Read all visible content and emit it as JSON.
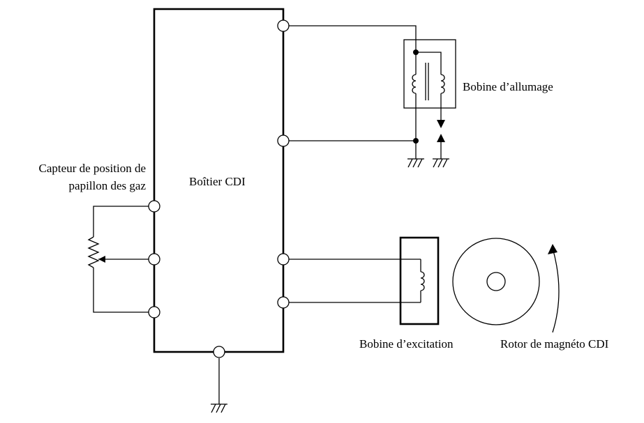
{
  "labels": {
    "cdi_box": "Boîtier CDI",
    "ignition_coil": "Bobine d’allumage",
    "tps_line1": "Capteur de position de",
    "tps_line2": "papillon des gaz",
    "exciter_coil": "Bobine d’excitation",
    "rotor": "Rotor de magnéto CDI"
  },
  "colors": {
    "line": "#000000",
    "background": "#ffffff"
  }
}
